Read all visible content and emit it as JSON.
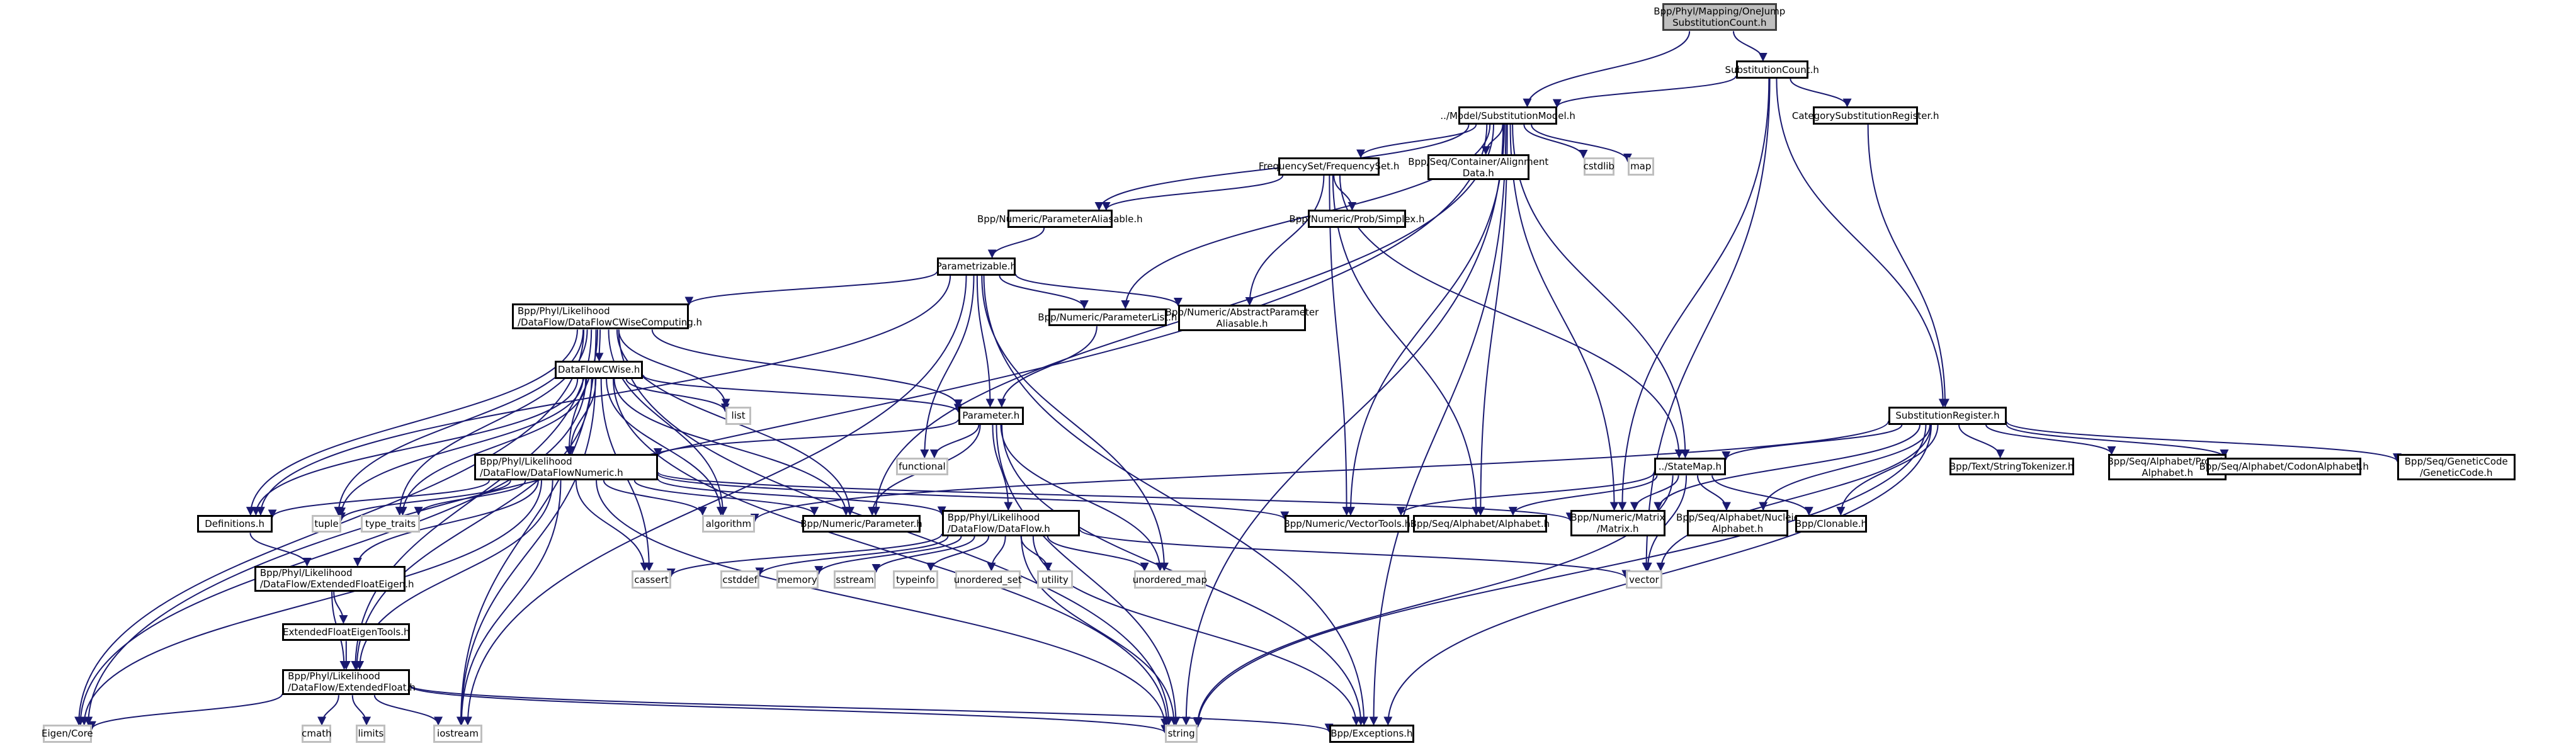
{
  "graph": {
    "title": "Include dependency graph for OneJumpSubstitutionCount.h",
    "colors": {
      "edge": "#191970",
      "root_fill": "#bfbfbf",
      "node_border": "#000000",
      "system_border": "#bfbfbf"
    },
    "nodes": [
      {
        "id": "root",
        "label": "Bpp/Phyl/Mapping/OneJump\nSubstitutionCount.h",
        "kind": "root"
      },
      {
        "id": "subcount",
        "label": "SubstitutionCount.h",
        "kind": "local"
      },
      {
        "id": "submodel",
        "label": "../Model/SubstitutionModel.h",
        "kind": "local"
      },
      {
        "id": "catreg",
        "label": "CategorySubstitutionRegister.h",
        "kind": "local"
      },
      {
        "id": "freqset",
        "label": "FrequencySet/FrequencySet.h",
        "kind": "local"
      },
      {
        "id": "aligndata",
        "label": "Bpp/Seq/Container/Alignment\nData.h",
        "kind": "local"
      },
      {
        "id": "cstdlib",
        "label": "cstdlib",
        "kind": "system"
      },
      {
        "id": "map",
        "label": "map",
        "kind": "system"
      },
      {
        "id": "paramalias",
        "label": "Bpp/Numeric/ParameterAliasable.h",
        "kind": "local"
      },
      {
        "id": "simplex",
        "label": "Bpp/Numeric/Prob/Simplex.h",
        "kind": "local"
      },
      {
        "id": "parametrizable",
        "label": "Parametrizable.h",
        "kind": "local"
      },
      {
        "id": "dfcwisecomp",
        "label": "Bpp/Phyl/Likelihood\n/DataFlow/DataFlowCWiseComputing.h",
        "kind": "local"
      },
      {
        "id": "paramlist",
        "label": "Bpp/Numeric/ParameterList.h",
        "kind": "local"
      },
      {
        "id": "absparamalias",
        "label": "Bpp/Numeric/AbstractParameter\nAliasable.h",
        "kind": "local"
      },
      {
        "id": "dfcwise",
        "label": "DataFlowCWise.h",
        "kind": "local"
      },
      {
        "id": "list",
        "label": "list",
        "kind": "system"
      },
      {
        "id": "parameter",
        "label": "Parameter.h",
        "kind": "local"
      },
      {
        "id": "functional",
        "label": "functional",
        "kind": "system"
      },
      {
        "id": "subreg",
        "label": "SubstitutionRegister.h",
        "kind": "local"
      },
      {
        "id": "statemap",
        "label": "../StateMap.h",
        "kind": "local"
      },
      {
        "id": "strtok",
        "label": "Bpp/Text/StringTokenizer.h",
        "kind": "local"
      },
      {
        "id": "proteic",
        "label": "Bpp/Seq/Alphabet/Proteic\nAlphabet.h",
        "kind": "local"
      },
      {
        "id": "codon",
        "label": "Bpp/Seq/Alphabet/CodonAlphabet.h",
        "kind": "local"
      },
      {
        "id": "geneticcode",
        "label": "Bpp/Seq/GeneticCode\n/GeneticCode.h",
        "kind": "local"
      },
      {
        "id": "dfnumeric",
        "label": "Bpp/Phyl/Likelihood\n/DataFlow/DataFlowNumeric.h",
        "kind": "local"
      },
      {
        "id": "definitions",
        "label": "Definitions.h",
        "kind": "local"
      },
      {
        "id": "tuple",
        "label": "tuple",
        "kind": "system"
      },
      {
        "id": "typetraits",
        "label": "type_traits",
        "kind": "system"
      },
      {
        "id": "algorithm",
        "label": "algorithm",
        "kind": "system"
      },
      {
        "id": "numparameter",
        "label": "Bpp/Numeric/Parameter.h",
        "kind": "local"
      },
      {
        "id": "dataflow",
        "label": "Bpp/Phyl/Likelihood\n/DataFlow/DataFlow.h",
        "kind": "local"
      },
      {
        "id": "vectortools",
        "label": "Bpp/Numeric/VectorTools.h",
        "kind": "local"
      },
      {
        "id": "alphabet",
        "label": "Bpp/Seq/Alphabet/Alphabet.h",
        "kind": "local"
      },
      {
        "id": "matrix",
        "label": "Bpp/Numeric/Matrix\n/Matrix.h",
        "kind": "local"
      },
      {
        "id": "nucleic",
        "label": "Bpp/Seq/Alphabet/Nucleic\nAlphabet.h",
        "kind": "local"
      },
      {
        "id": "clonable",
        "label": "Bpp/Clonable.h",
        "kind": "local"
      },
      {
        "id": "efeigen",
        "label": "Bpp/Phyl/Likelihood\n/DataFlow/ExtendedFloatEigen.h",
        "kind": "local"
      },
      {
        "id": "cassert",
        "label": "cassert",
        "kind": "system"
      },
      {
        "id": "cstddef",
        "label": "cstddef",
        "kind": "system"
      },
      {
        "id": "memory",
        "label": "memory",
        "kind": "system"
      },
      {
        "id": "sstream",
        "label": "sstream",
        "kind": "system"
      },
      {
        "id": "typeinfo",
        "label": "typeinfo",
        "kind": "system"
      },
      {
        "id": "unordset",
        "label": "unordered_set",
        "kind": "system"
      },
      {
        "id": "utility",
        "label": "utility",
        "kind": "system"
      },
      {
        "id": "unordmap",
        "label": "unordered_map",
        "kind": "system"
      },
      {
        "id": "vector",
        "label": "vector",
        "kind": "system"
      },
      {
        "id": "efeigentools",
        "label": "ExtendedFloatEigenTools.h",
        "kind": "local"
      },
      {
        "id": "extfloat",
        "label": "Bpp/Phyl/Likelihood\n/DataFlow/ExtendedFloat.h",
        "kind": "local"
      },
      {
        "id": "eigencore",
        "label": "Eigen/Core",
        "kind": "system"
      },
      {
        "id": "cmath",
        "label": "cmath",
        "kind": "system"
      },
      {
        "id": "limits",
        "label": "limits",
        "kind": "system"
      },
      {
        "id": "iostream",
        "label": "iostream",
        "kind": "system"
      },
      {
        "id": "string",
        "label": "string",
        "kind": "system"
      },
      {
        "id": "exceptions",
        "label": "Bpp/Exceptions.h",
        "kind": "local"
      }
    ],
    "edges": [
      [
        "root",
        "subcount"
      ],
      [
        "root",
        "submodel"
      ],
      [
        "subcount",
        "submodel"
      ],
      [
        "subcount",
        "catreg"
      ],
      [
        "subcount",
        "subreg"
      ],
      [
        "subcount",
        "matrix"
      ],
      [
        "subcount",
        "vector"
      ],
      [
        "catreg",
        "subreg"
      ],
      [
        "submodel",
        "freqset"
      ],
      [
        "submodel",
        "aligndata"
      ],
      [
        "submodel",
        "cstdlib"
      ],
      [
        "submodel",
        "map"
      ],
      [
        "submodel",
        "paramalias"
      ],
      [
        "submodel",
        "paramlist"
      ],
      [
        "submodel",
        "numparameter"
      ],
      [
        "submodel",
        "eigencore"
      ],
      [
        "submodel",
        "vectortools"
      ],
      [
        "submodel",
        "alphabet"
      ],
      [
        "submodel",
        "statemap"
      ],
      [
        "submodel",
        "matrix"
      ],
      [
        "submodel",
        "string"
      ],
      [
        "submodel",
        "exceptions"
      ],
      [
        "freqset",
        "paramalias"
      ],
      [
        "freqset",
        "simplex"
      ],
      [
        "freqset",
        "absparamalias"
      ],
      [
        "freqset",
        "statemap"
      ],
      [
        "freqset",
        "vectortools"
      ],
      [
        "freqset",
        "alphabet"
      ],
      [
        "paramalias",
        "parametrizable"
      ],
      [
        "parametrizable",
        "dfcwisecomp"
      ],
      [
        "parametrizable",
        "paramlist"
      ],
      [
        "parametrizable",
        "absparamalias"
      ],
      [
        "parametrizable",
        "parameter"
      ],
      [
        "parametrizable",
        "functional"
      ],
      [
        "parametrizable",
        "definitions"
      ],
      [
        "parametrizable",
        "iostream"
      ],
      [
        "parametrizable",
        "unordmap"
      ],
      [
        "parametrizable",
        "exceptions"
      ],
      [
        "paramlist",
        "parameter"
      ],
      [
        "dfcwisecomp",
        "dfcwise"
      ],
      [
        "dfcwisecomp",
        "list"
      ],
      [
        "dfcwisecomp",
        "parameter"
      ],
      [
        "dfcwisecomp",
        "dfnumeric"
      ],
      [
        "dfcwisecomp",
        "definitions"
      ],
      [
        "dfcwisecomp",
        "tuple"
      ],
      [
        "dfcwisecomp",
        "typetraits"
      ],
      [
        "dfcwisecomp",
        "algorithm"
      ],
      [
        "dfcwisecomp",
        "numparameter"
      ],
      [
        "dfcwisecomp",
        "extfloat"
      ],
      [
        "dfcwisecomp",
        "eigencore"
      ],
      [
        "dfcwisecomp",
        "iostream"
      ],
      [
        "dfcwisecomp",
        "string"
      ],
      [
        "dfcwise",
        "list"
      ],
      [
        "dfcwise",
        "parameter"
      ],
      [
        "dfcwise",
        "dfnumeric"
      ],
      [
        "dfcwise",
        "definitions"
      ],
      [
        "dfcwise",
        "tuple"
      ],
      [
        "dfcwise",
        "typetraits"
      ],
      [
        "dfcwise",
        "algorithm"
      ],
      [
        "dfcwise",
        "numparameter"
      ],
      [
        "dfcwise",
        "cassert"
      ],
      [
        "dfcwise",
        "extfloat"
      ],
      [
        "dfcwise",
        "eigencore"
      ],
      [
        "dfcwise",
        "iostream"
      ],
      [
        "dfcwise",
        "string"
      ],
      [
        "parameter",
        "functional"
      ],
      [
        "parameter",
        "dataflow"
      ],
      [
        "parameter",
        "numparameter"
      ],
      [
        "parameter",
        "dfnumeric"
      ],
      [
        "parameter",
        "unordmap"
      ],
      [
        "parameter",
        "exceptions"
      ],
      [
        "parameter",
        "string"
      ],
      [
        "dfnumeric",
        "definitions"
      ],
      [
        "dfnumeric",
        "tuple"
      ],
      [
        "dfnumeric",
        "typetraits"
      ],
      [
        "dfnumeric",
        "algorithm"
      ],
      [
        "dfnumeric",
        "numparameter"
      ],
      [
        "dfnumeric",
        "dataflow"
      ],
      [
        "dfnumeric",
        "vectortools"
      ],
      [
        "dfnumeric",
        "matrix"
      ],
      [
        "dfnumeric",
        "efeigen"
      ],
      [
        "dfnumeric",
        "cassert"
      ],
      [
        "dfnumeric",
        "extfloat"
      ],
      [
        "dfnumeric",
        "eigencore"
      ],
      [
        "dfnumeric",
        "string"
      ],
      [
        "dfnumeric",
        "iostream"
      ],
      [
        "definitions",
        "efeigen"
      ],
      [
        "efeigen",
        "efeigentools"
      ],
      [
        "efeigen",
        "extfloat"
      ],
      [
        "efeigentools",
        "extfloat"
      ],
      [
        "extfloat",
        "eigencore"
      ],
      [
        "extfloat",
        "cmath"
      ],
      [
        "extfloat",
        "limits"
      ],
      [
        "extfloat",
        "iostream"
      ],
      [
        "extfloat",
        "string"
      ],
      [
        "extfloat",
        "exceptions"
      ],
      [
        "dataflow",
        "cassert"
      ],
      [
        "dataflow",
        "cstddef"
      ],
      [
        "dataflow",
        "memory"
      ],
      [
        "dataflow",
        "sstream"
      ],
      [
        "dataflow",
        "typeinfo"
      ],
      [
        "dataflow",
        "unordset"
      ],
      [
        "dataflow",
        "utility"
      ],
      [
        "dataflow",
        "unordmap"
      ],
      [
        "dataflow",
        "vector"
      ],
      [
        "dataflow",
        "string"
      ],
      [
        "dataflow",
        "exceptions"
      ],
      [
        "subreg",
        "statemap"
      ],
      [
        "subreg",
        "strtok"
      ],
      [
        "subreg",
        "proteic"
      ],
      [
        "subreg",
        "codon"
      ],
      [
        "subreg",
        "geneticcode"
      ],
      [
        "subreg",
        "algorithm"
      ],
      [
        "subreg",
        "matrix"
      ],
      [
        "subreg",
        "nucleic"
      ],
      [
        "subreg",
        "clonable"
      ],
      [
        "subreg",
        "vector"
      ],
      [
        "subreg",
        "string"
      ],
      [
        "subreg",
        "exceptions"
      ],
      [
        "statemap",
        "vectortools"
      ],
      [
        "statemap",
        "alphabet"
      ],
      [
        "statemap",
        "matrix"
      ],
      [
        "statemap",
        "nucleic"
      ],
      [
        "statemap",
        "clonable"
      ],
      [
        "statemap",
        "vector"
      ],
      [
        "statemap",
        "string"
      ]
    ]
  }
}
